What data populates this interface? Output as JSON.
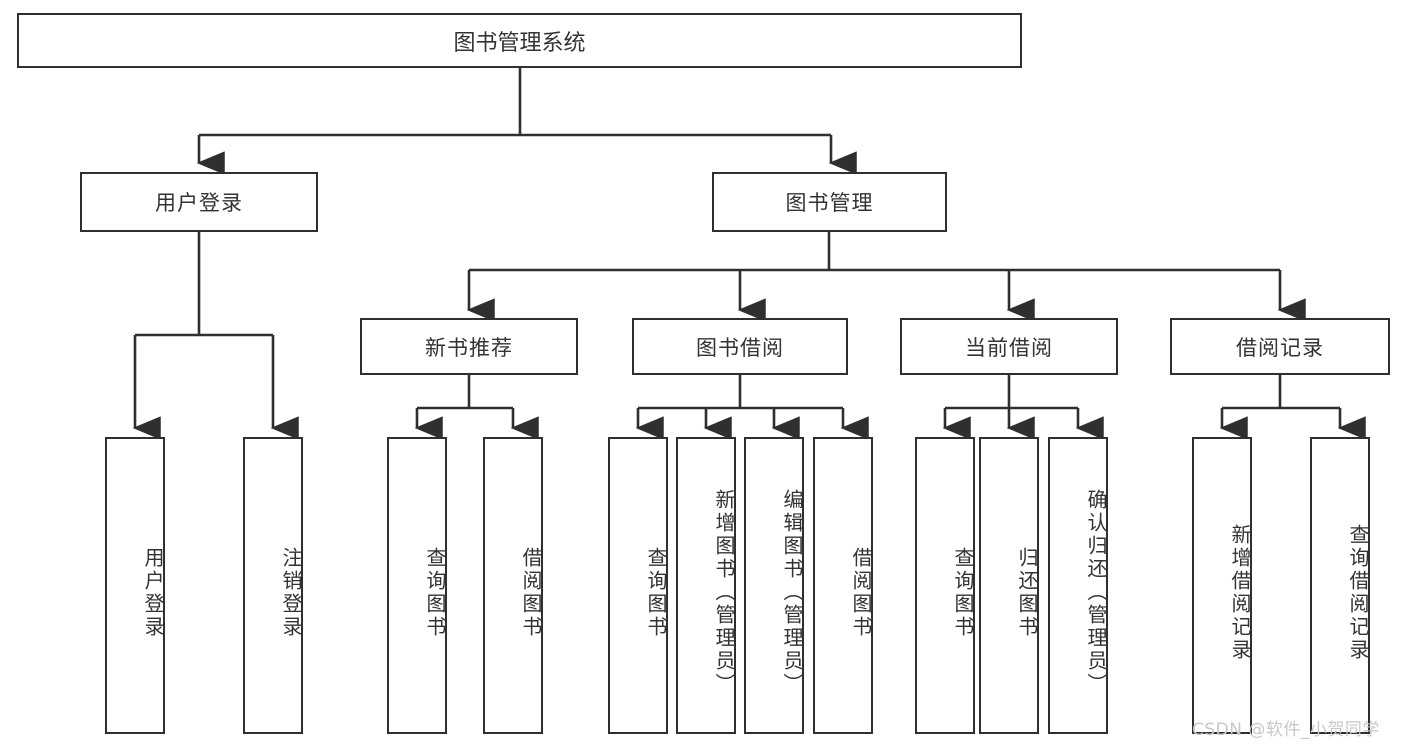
{
  "diagram": {
    "title": "图书管理系统",
    "type": "hierarchy-tree",
    "root": {
      "label": "图书管理系统"
    },
    "level2": [
      {
        "label": "用户登录"
      },
      {
        "label": "图书管理"
      }
    ],
    "level3": [
      {
        "label": "新书推荐"
      },
      {
        "label": "图书借阅"
      },
      {
        "label": "当前借阅"
      },
      {
        "label": "借阅记录"
      }
    ],
    "leaves": {
      "user_login": [
        {
          "label": "用户登录"
        },
        {
          "label": "注销登录"
        }
      ],
      "new_book_recommend": [
        {
          "label": "查询图书"
        },
        {
          "label": "借阅图书"
        }
      ],
      "book_borrow": [
        {
          "label": "查询图书"
        },
        {
          "label": "新增图书（管理员）"
        },
        {
          "label": "编辑图书（管理员）"
        },
        {
          "label": "借阅图书"
        }
      ],
      "current_borrow": [
        {
          "label": "查询图书"
        },
        {
          "label": "归还图书"
        },
        {
          "label": "确认归还（管理员）"
        }
      ],
      "borrow_record": [
        {
          "label": "新增借阅记录"
        },
        {
          "label": "查询借阅记录"
        }
      ]
    }
  },
  "watermark": {
    "text": "CSDN @软件_小贺同学"
  },
  "colors": {
    "stroke": "#2f2f2f",
    "text": "#333333",
    "background": "#ffffff",
    "watermark": "#c8c8c8"
  }
}
